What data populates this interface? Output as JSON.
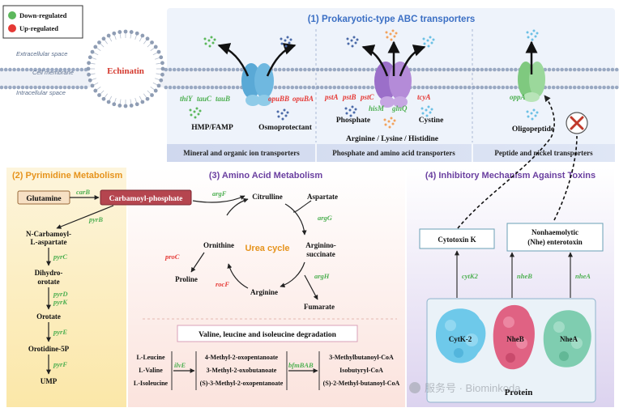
{
  "legend": {
    "down": "Down-regulated",
    "up": "Up-regulated"
  },
  "colors": {
    "down": "#4caf50",
    "up": "#e53935",
    "sectionBlue": "#3b6fc4",
    "sectionOrange": "#e6931c",
    "sectionPurple": "#6a3fa0"
  },
  "membrane": {
    "extracellular": "Extracellular space",
    "cell_membrane": "Cell membrane",
    "intracellular": "Intracellular space",
    "compound": "Echinatin"
  },
  "abc": {
    "title": "(1) Prokaryotic-type ABC transporters",
    "genes": {
      "thiY": "thiY",
      "tauC": "tauC",
      "tauB": "tauB",
      "opuBB": "opuBB",
      "opuBA": "opuBA",
      "pstA": "pstA",
      "pstB": "pstB",
      "pstC": "pstC",
      "tcyA": "tcyA",
      "hisM": "hisM",
      "glnQ": "glnQ",
      "oppA": "oppA"
    },
    "substrates": {
      "hmp": "HMP/FAMP",
      "osmo": "Osmoprotectant",
      "phosphate": "Phosphate",
      "cystine": "Cystine",
      "aa": "Arginine / Lysine / Histidine",
      "oligo": "Oligopeptide"
    },
    "categories": [
      "Mineral and organic ion transporters",
      "Phosphate and amino acid transporters",
      "Peptide and nickel transporters"
    ]
  },
  "pyrimidine": {
    "title": "(2) Pyrimidine Metabolism",
    "glutamine": "Glutamine",
    "carB": "carB",
    "carbamoyl": "Carbamoyl-phosphate",
    "pyrB": "pyrB",
    "ncarb1": "N-Carbamoyl-",
    "ncarb2": "L-aspartate",
    "pyrC": "pyrC",
    "dihydro1": "Dihydro-",
    "dihydro2": "orotate",
    "pyrD": "pyrD",
    "pyrK": "pyrK",
    "orotate": "Orotate",
    "pyrE": "pyrE",
    "orotidine": "Orotidine-5P",
    "pyrF": "pyrF",
    "ump": "UMP"
  },
  "amino": {
    "title": "(3) Amino Acid Metabolism",
    "argF": "argF",
    "citrulline": "Citrulline",
    "aspartate": "Aspartate",
    "argG": "argG",
    "argsucc1": "Arginino-",
    "argsucc2": "succinate",
    "argH": "argH",
    "fumarate": "Fumarate",
    "arginine": "Arginine",
    "rocF": "rocF",
    "ornithine": "Ornithine",
    "proC": "proC",
    "proline": "Proline",
    "urea": "Urea cycle",
    "vli_title": "Valine, leucine and isoleucine degradation",
    "vli_left": [
      "L-Leucine",
      "L-Valine",
      "L-Isoleucine"
    ],
    "ilvE": "ilvE",
    "vli_mid": [
      "4-Methyl-2-oxopentanoate",
      "3-Methyl-2-oxobutanoate",
      "(S)-3-Methyl-2-oxopentanoate"
    ],
    "bfmBAB": "bfmBAB",
    "vli_right": [
      "3-Methylbutanoyl-CoA",
      "Isobutyryl-CoA",
      "(S)-2-Methyl-butanoyl-CoA"
    ]
  },
  "inhibit": {
    "title": "(4) Inhibitory Mechanism Against Toxins",
    "cytotoxin": "Cytotoxin K",
    "nhe1": "Nonhaemolytic",
    "nhe2": "(Nhe) enterotoxin",
    "cytK2": "cytK2",
    "nheB": "nheB",
    "nheA": "nheA",
    "p1": "CytK-2",
    "p2": "NheB",
    "p3": "NheA",
    "protein": "Protein"
  },
  "watermark": "服务号 · Biominkoda"
}
